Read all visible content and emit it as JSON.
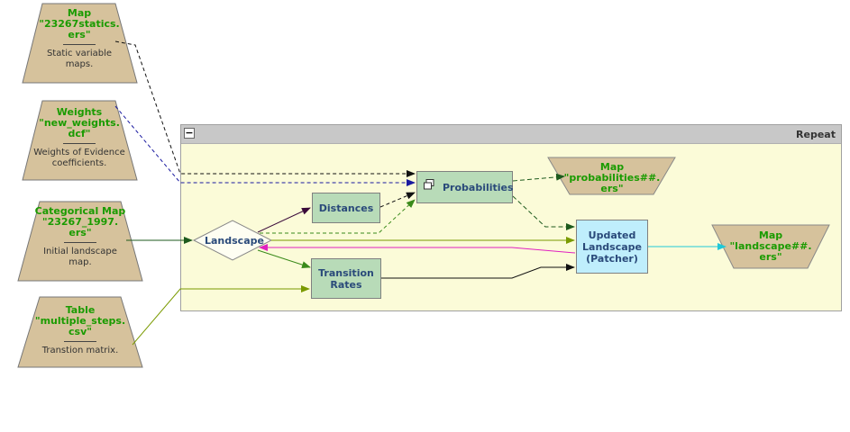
{
  "inputs": [
    {
      "title": "Map\n\"23267statics.\ners\"",
      "desc": "Static variable\nmaps."
    },
    {
      "title": "Weights\n\"new_weights.\ndcf\"",
      "desc": "Weights of Evidence\ncoefficients."
    },
    {
      "title": "Categorical Map\n\"23267_1997.\ners\"",
      "desc": "Initial landscape\nmap."
    },
    {
      "title": "Table\n\"multiple_steps.\ncsv\"",
      "desc": "Transtion matrix."
    }
  ],
  "repeat": {
    "title": "Repeat",
    "collapse_symbol": "−"
  },
  "nodes": {
    "landscape": "Landscape",
    "distances": "Distances",
    "probabilities": "Probabilities",
    "transition_rates": "Transition\nRates",
    "updated_landscape": "Updated\nLandscape\n(Patcher)"
  },
  "outputs": {
    "probabilities_map": "Map\n\"probabilities##.\ners\"",
    "landscape_map": "Map\n\"landscape##.\ners\""
  },
  "colors": {
    "trapezoid_fill": "#d6c29c",
    "title_green": "#1a9b00",
    "node_green": "#b8dbb8",
    "node_cyan": "#bfeefc",
    "repeat_bg": "#fbfbd8"
  }
}
